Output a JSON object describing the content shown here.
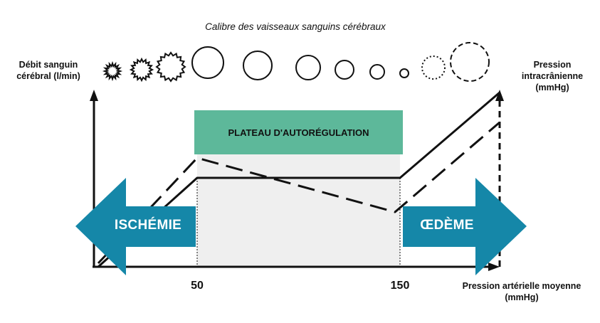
{
  "vessels": {
    "title": "Calibre des vaisseaux sanguins cérébraux",
    "items": [
      {
        "state": "constricted",
        "style": "spiky"
      },
      {
        "state": "constricted",
        "style": "spiky"
      },
      {
        "state": "constricted",
        "style": "spiky"
      },
      {
        "state": "dilated",
        "style": "solid"
      },
      {
        "state": "normal",
        "style": "solid"
      },
      {
        "state": "normal",
        "style": "solid"
      },
      {
        "state": "normal",
        "style": "solid"
      },
      {
        "state": "normal",
        "style": "solid"
      },
      {
        "state": "constricted",
        "style": "solid"
      },
      {
        "state": "dilated",
        "style": "dotted"
      },
      {
        "state": "dilated",
        "style": "dashed"
      }
    ]
  },
  "axes": {
    "left_label": "Débit sanguin cérébral (l/min)",
    "right_label": "Pression intracrânienne (mmHg)",
    "x_label": "Pression artérielle moyenne (mmHg)",
    "x_ticks": [
      "50",
      "150"
    ]
  },
  "zones": {
    "plateau_label": "PLATEAU D'AUTORÉGULATION",
    "left_arrow_label": "ISCHÉMIE",
    "right_arrow_label": "ŒDÈME"
  },
  "colors": {
    "arrow": "#1587a8",
    "plateau": "#5db89a",
    "plateau_area": "#efefef",
    "line": "#111111"
  },
  "legend": {
    "solid_line": "Débit sanguin cérébral",
    "dashed_line": "Pression intracrânienne"
  }
}
